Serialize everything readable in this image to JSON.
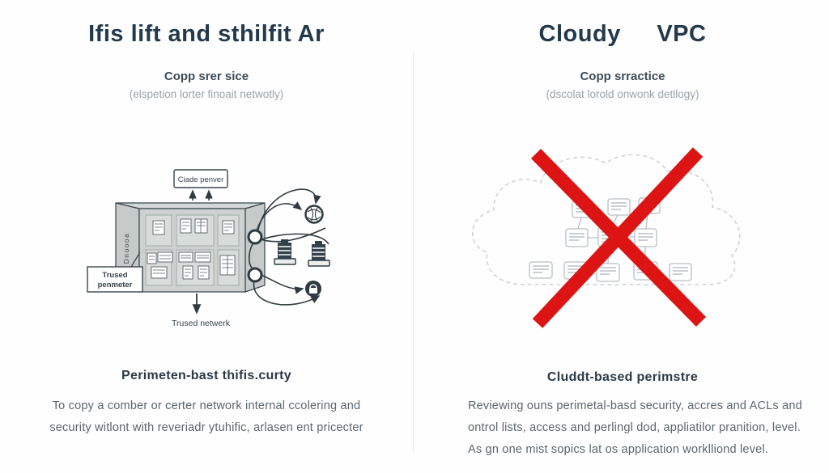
{
  "left": {
    "title": "Ifis lift and sthilfit Ar",
    "subtitle": "Copp srer sice",
    "note": "(elspetion lorter finoait netwotly)",
    "diagram": {
      "top_box": "Ciade penver",
      "side_text": "Dnoooa",
      "perimeter_line1": "Trused",
      "perimeter_line2": "penmeter",
      "network_label": "Trused netwerk"
    },
    "heading": "Perimeten-bast thifis.curty",
    "body": {
      "line1": "To copy a comber or certer network internal ccolering and",
      "line2": "security witlont with reveriadr ytuhific, arlasen ent pricecter"
    }
  },
  "right": {
    "title": "Cloudy  VPC",
    "subtitle": "Copp srractice",
    "note": "(dscolat lorold onwonk detllogy)",
    "heading": "Cluddt-based perimstre",
    "body": {
      "line1": "Reviewing ouns perimetal-basd security, accres and ACLs and",
      "line2": "ontrol lists, access and perlingl dod, appliatilor pranition, level.",
      "line3": "As gn one mist sopics lat os application worklliond level."
    }
  },
  "icons": {
    "globe": "globe-icon",
    "database": "database-stack-icon",
    "lock": "lock-icon",
    "red_cross": "red-x-icon",
    "cloud": "cloud-icon"
  },
  "colors": {
    "title_text": "#233a4c",
    "heading_text": "#2b3a46",
    "body_text": "#5b656e",
    "note_text": "#9ba3ab",
    "red_x": "#dc1414",
    "diagram_stroke": "#2f3b40",
    "box_fill": "#cdd1cf",
    "cloud_stroke": "#c8d1d7"
  }
}
